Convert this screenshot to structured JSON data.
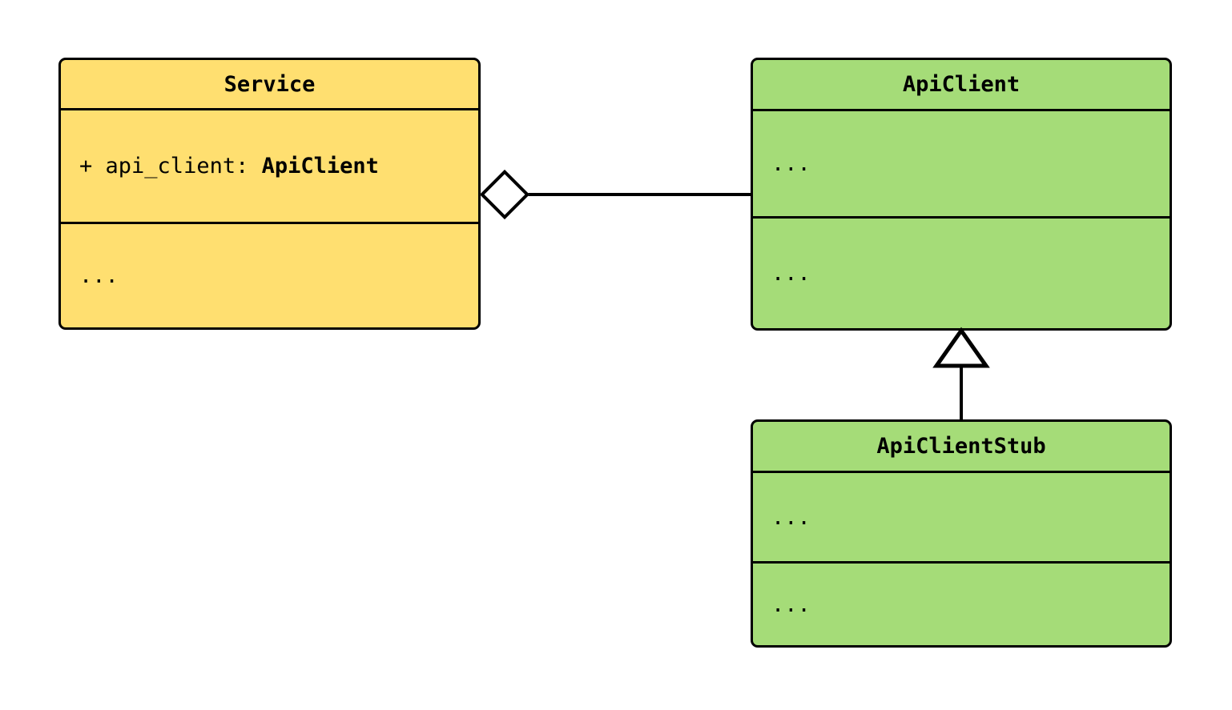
{
  "diagram": {
    "kind": "uml-class-diagram",
    "background_color": "#ffffff",
    "stroke_color": "#000000",
    "classes": [
      {
        "id": "service",
        "name": "Service",
        "fill_color": "#ffdf70",
        "compartments": [
          {
            "raw": "+ api_client: ApiClient",
            "visibility": "+",
            "member": "api_client",
            "separator": ": ",
            "type": "ApiClient"
          },
          {
            "raw": "...",
            "visibility": "",
            "member": "...",
            "separator": "",
            "type": ""
          }
        ]
      },
      {
        "id": "apiclient",
        "name": "ApiClient",
        "fill_color": "#a5dc78",
        "compartments": [
          {
            "raw": "...",
            "visibility": "",
            "member": "...",
            "separator": "",
            "type": ""
          },
          {
            "raw": "...",
            "visibility": "",
            "member": "...",
            "separator": "",
            "type": ""
          }
        ]
      },
      {
        "id": "apiclientstub",
        "name": "ApiClientStub",
        "fill_color": "#a5dc78",
        "compartments": [
          {
            "raw": "...",
            "visibility": "",
            "member": "...",
            "separator": "",
            "type": ""
          },
          {
            "raw": "...",
            "visibility": "",
            "member": "...",
            "separator": "",
            "type": ""
          }
        ]
      }
    ],
    "relationships": [
      {
        "id": "service-aggregates-apiclient",
        "type": "aggregation",
        "marker": "hollow-diamond",
        "from": "Service",
        "to": "ApiClient",
        "label": ""
      },
      {
        "id": "apiclientstub-inherits-apiclient",
        "type": "generalization",
        "marker": "hollow-triangle",
        "from": "ApiClientStub",
        "to": "ApiClient",
        "label": ""
      }
    ]
  }
}
